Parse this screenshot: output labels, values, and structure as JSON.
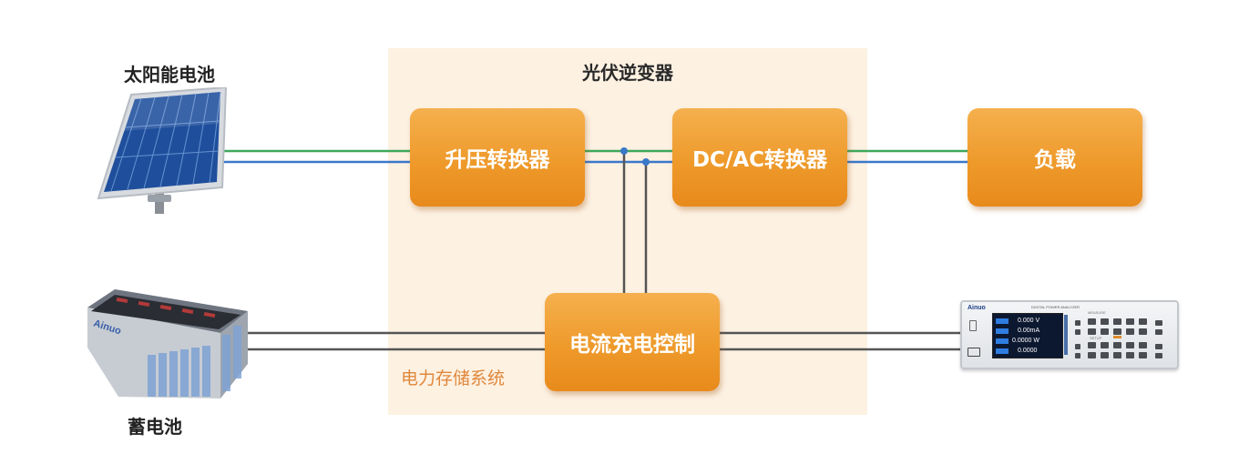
{
  "inverter_region": {
    "title": "光伏逆变器"
  },
  "storage_region": {
    "label": "电力存储系统"
  },
  "blocks": {
    "boost": "升压转换器",
    "dcac": "DC/AC转换器",
    "load": "负载",
    "charge_control": "电流充电控制"
  },
  "devices": {
    "solar_panel": "太阳能电池",
    "battery": "蓄电池",
    "battery_brand": "Ainuo"
  },
  "analyzer": {
    "brand": "Ainuo",
    "model": "DIGITAL POWER ANALYZER",
    "readings": [
      "0.000 V",
      "0.00mA",
      "0.0000 W",
      "0.0000"
    ],
    "group_labels": [
      "MEASURE",
      "SETUP"
    ]
  },
  "colors": {
    "line_green": "#3fa85a",
    "line_blue": "#3a78c9",
    "line_gray": "#555555",
    "block_orange": "#ee9a2b",
    "region_bg": "#fdf1e2",
    "storage_label": "#e0873a"
  }
}
